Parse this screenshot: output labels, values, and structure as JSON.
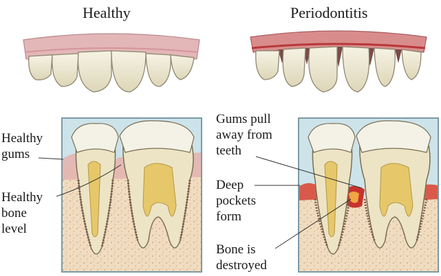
{
  "titles": {
    "healthy": "Healthy",
    "periodontitis": "Periodontitis"
  },
  "labels": {
    "healthy_gums": [
      "Healthy",
      "gums"
    ],
    "healthy_bone": [
      "Healthy",
      "bone",
      "level"
    ],
    "gums_pull": [
      "Gums pull",
      "away from",
      "teeth"
    ],
    "deep_pockets": [
      "Deep",
      "pockets",
      "form"
    ],
    "bone_destroyed": [
      "Bone is",
      "destroyed"
    ]
  },
  "colors": {
    "panel_border": "#7b9aa6",
    "panel_bg": "#cde3ea",
    "bone": "#f0dcc0",
    "gum": "#d9a0a0",
    "inflamed": "#c8322d",
    "enamel": "#ececdf",
    "dentin": "#e8d9b4",
    "pulp": "#e6c86a",
    "tooth_outline": "#7a6e55"
  }
}
